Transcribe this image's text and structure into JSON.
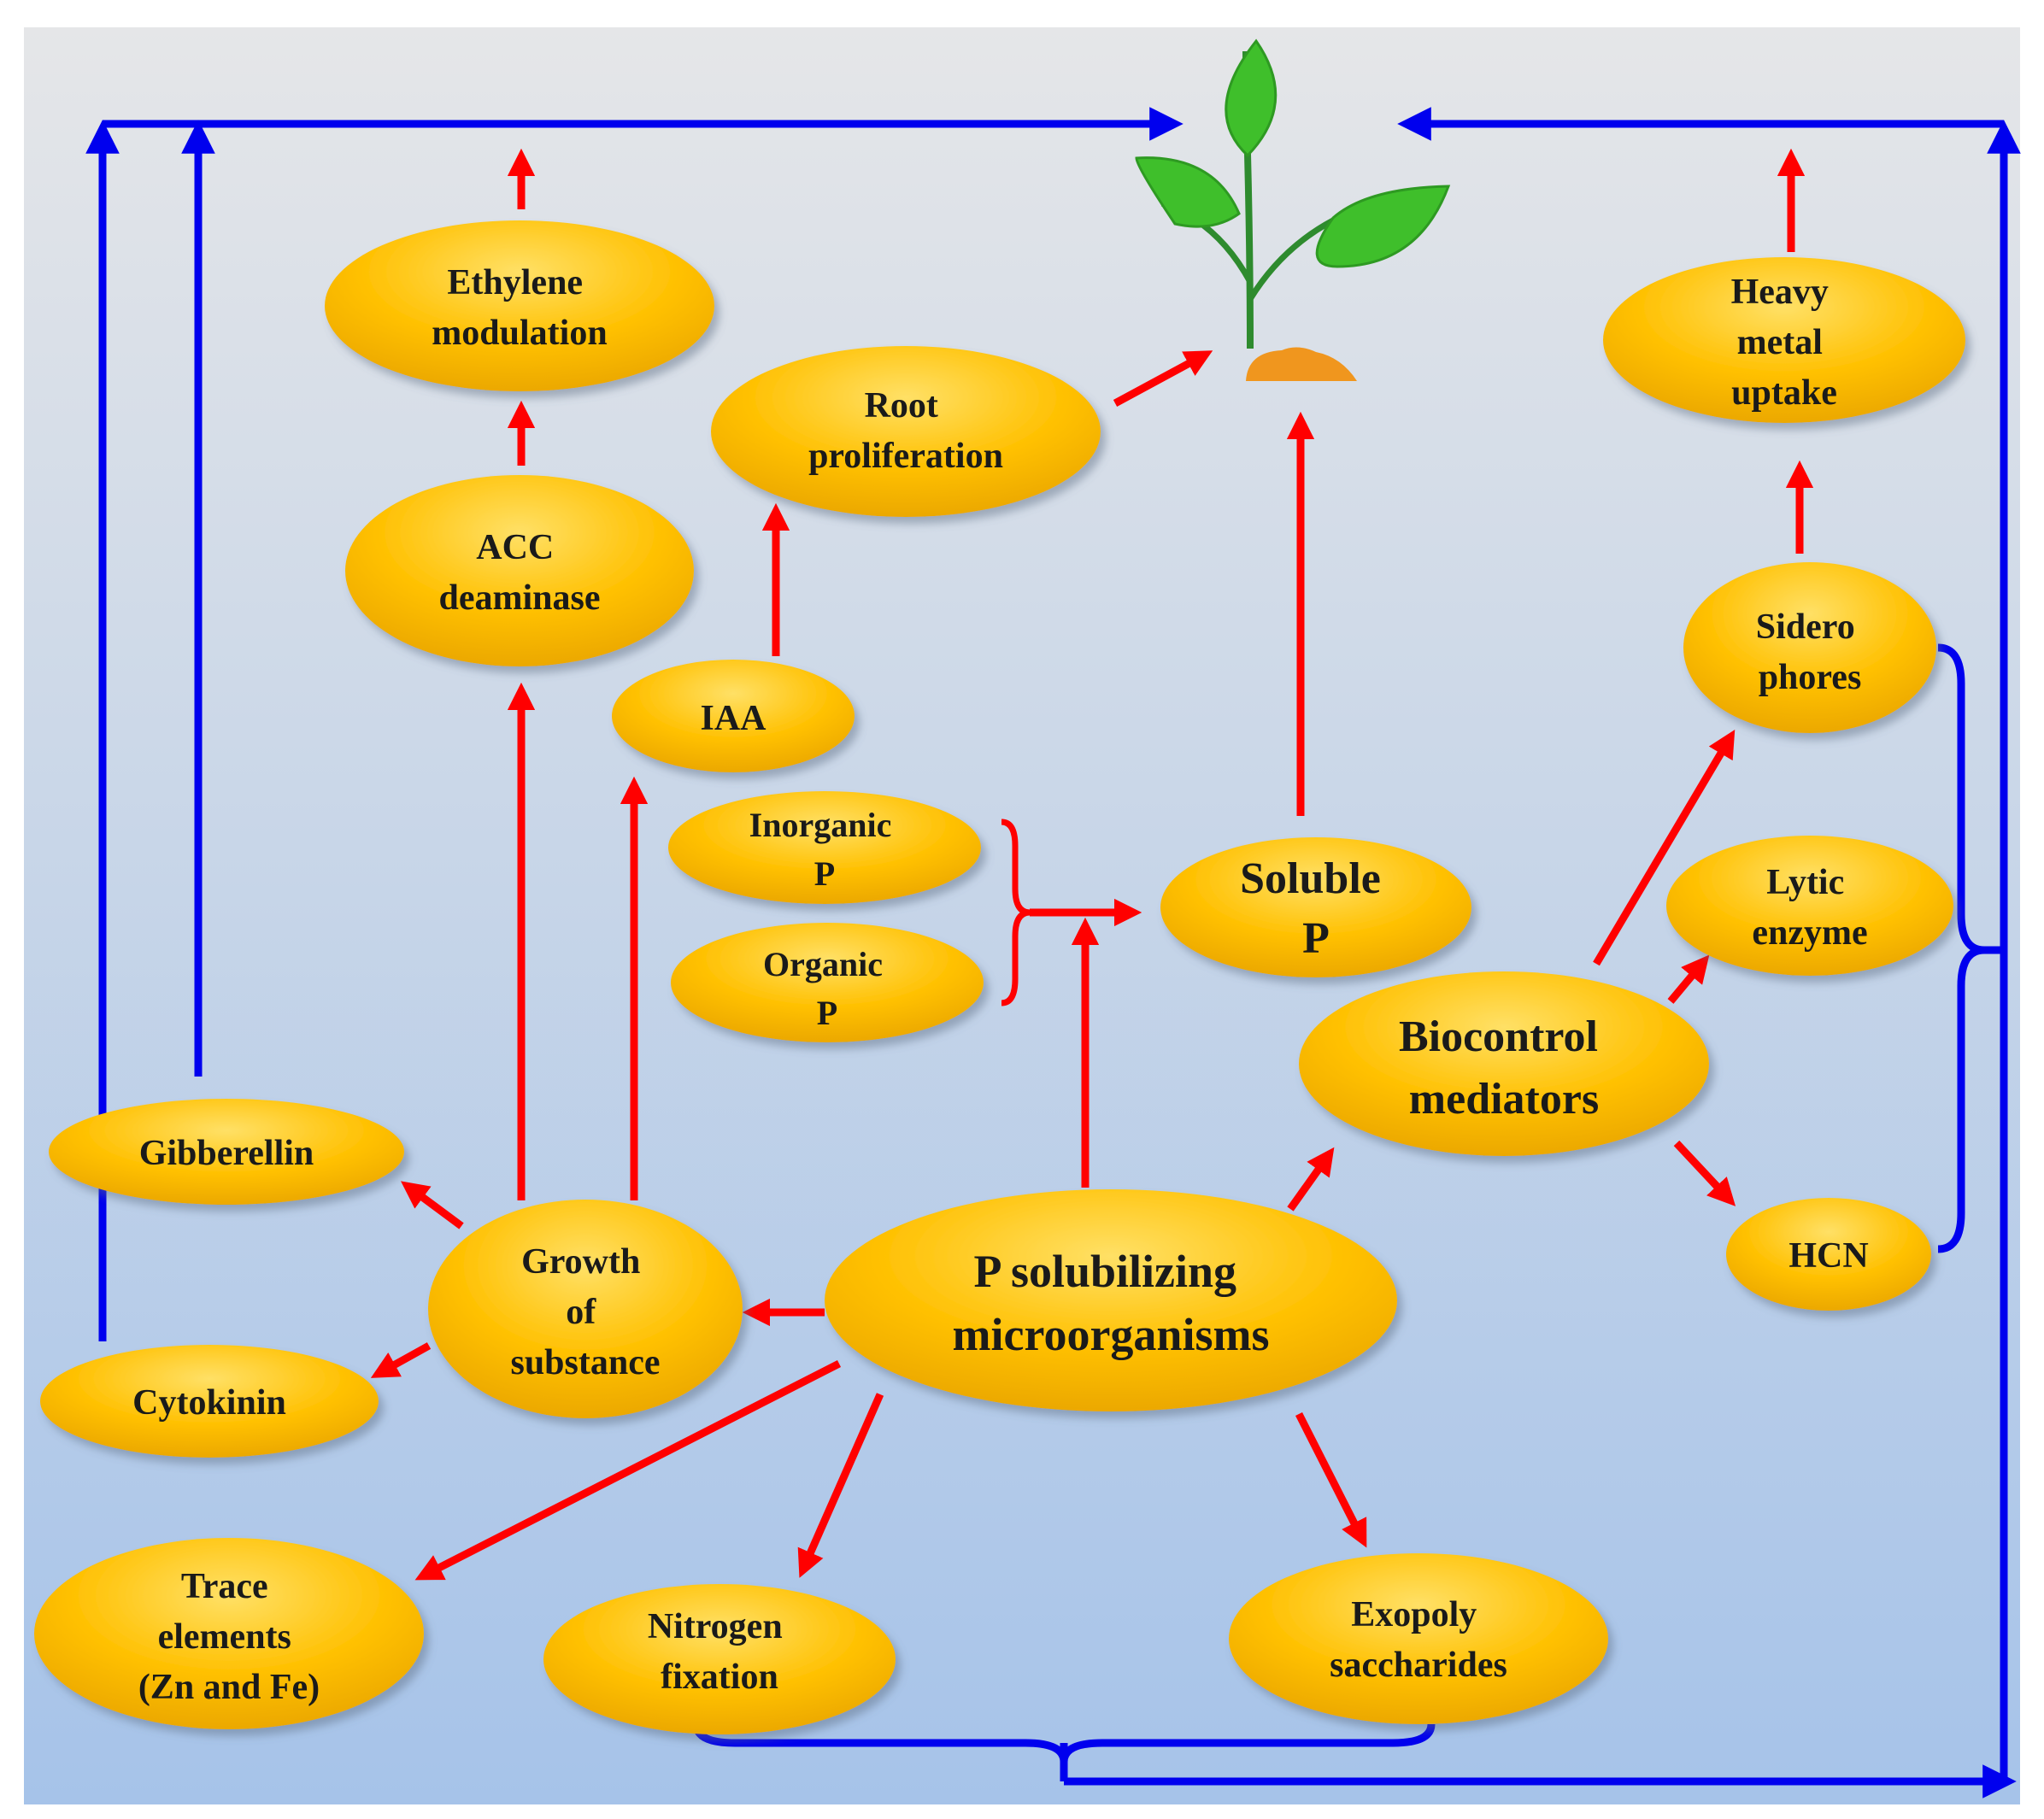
{
  "colors": {
    "node_fill": "#ffc000",
    "node_highlight": "#ffe066",
    "node_shadow": "#e0a000",
    "arrow_red": "#ff0000",
    "arrow_blue": "#0000ee",
    "bg_top": "#e5e6e8",
    "bg_bottom": "#a6c3e9",
    "leaf_green": "#3fbf2b",
    "stem_green": "#2e8b2e",
    "soil_orange": "#f0961e"
  },
  "icons": {
    "plant": "plant-seedling-icon"
  },
  "nodes": {
    "psm": [
      "P solubilizing",
      "microorganisms"
    ],
    "growth": [
      "Growth",
      "of",
      "substance"
    ],
    "gibberellin": [
      "Gibberellin"
    ],
    "cytokinin": [
      "Cytokinin"
    ],
    "acc": [
      "ACC",
      "deaminase"
    ],
    "ethylene": [
      "Ethylene",
      "modulation"
    ],
    "iaa": [
      "IAA"
    ],
    "root": [
      "Root",
      "proliferation"
    ],
    "inorganic": [
      "Inorganic",
      "P"
    ],
    "organic": [
      "Organic",
      "P"
    ],
    "soluble": [
      "Soluble",
      "P"
    ],
    "biocontrol": [
      "Biocontrol",
      "mediators"
    ],
    "siderophores": [
      "Sidero",
      "phores"
    ],
    "lytic": [
      "Lytic",
      "enzyme"
    ],
    "hcn": [
      "HCN"
    ],
    "heavy": [
      "Heavy",
      "metal",
      "uptake"
    ],
    "trace": [
      "Trace",
      "elements",
      "(Zn and Fe)"
    ],
    "nitrogen": [
      "Nitrogen",
      "fixation"
    ],
    "exopoly": [
      "Exopoly",
      "saccharides"
    ]
  }
}
